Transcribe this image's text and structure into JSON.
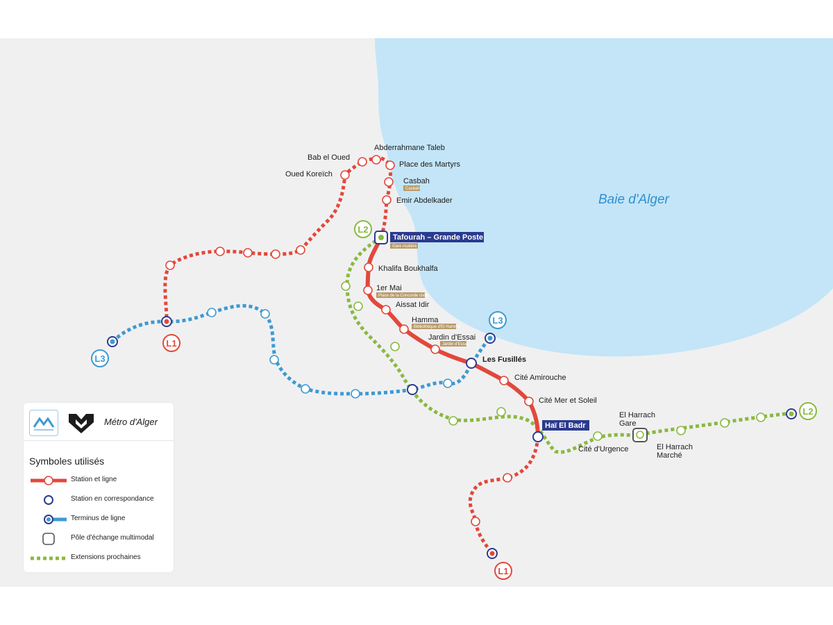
{
  "map": {
    "bay_label": "Baie d'Alger",
    "colors": {
      "land": "#f0f0f1",
      "sea": "#c3e5f7",
      "line_l1": "#e2483a",
      "line_l2": "#8ab93f",
      "line_l3": "#3d9ad2",
      "correspondence": "#2a3a8f"
    },
    "lines": [
      {
        "id": "L1",
        "label": "L1",
        "color_key": "line_l1"
      },
      {
        "id": "L2",
        "label": "L2",
        "color_key": "line_l2"
      },
      {
        "id": "L3",
        "label": "L3",
        "color_key": "line_l3"
      }
    ],
    "stations": {
      "abderrahmane_taleb": "Abderrahmane Taleb",
      "bab_el_oued": "Bab el Oued",
      "place_des_martyrs": "Place des Martyrs",
      "oued_koreich": "Oued Koreïch",
      "casbah": "Casbah",
      "casbah_sub": "Casbah",
      "emir_abdelkader": "Emir Abdelkader",
      "tafourah": "Tafourah – Grande Poste",
      "tafourah_sub": "Gare routière",
      "khalifa_boukhalfa": "Khalifa Boukhalfa",
      "premier_mai": "1er Mai",
      "premier_mai_sub": "Place de la Concorde civile",
      "aissat_idir": "Aissat Idir",
      "hamma": "Hamma",
      "hamma_sub": "Bibliothèque d'El Hamma",
      "jardin_essai": "Jardin d'Essai",
      "jardin_essai_sub": "Jardin d'Essai",
      "les_fusilles": "Les Fusillés",
      "cite_amirouche": "Cité Amirouche",
      "cite_mer_soleil": "Cité Mer et Soleil",
      "hai_el_badr": "Haï El Badr",
      "cite_urgence": "Cité d'Urgence",
      "el_harrach_gare_1": "El Harrach",
      "el_harrach_gare_2": "Gare",
      "el_harrach_marche_1": "El Harrach",
      "el_harrach_marche_2": "Marché"
    }
  },
  "legend": {
    "brand_name": "Métro d'Alger",
    "title": "Symboles utilisés",
    "items": [
      {
        "label": "Station et ligne",
        "icon": "station-line-icon"
      },
      {
        "label": "Station en correspondance",
        "icon": "correspondence-station-icon"
      },
      {
        "label": "Terminus de ligne",
        "icon": "terminus-icon"
      },
      {
        "label": "Pôle d'échange multimodal",
        "icon": "multimodal-hub-icon"
      },
      {
        "label": "Extensions prochaines",
        "icon": "extension-dotted-line-icon"
      }
    ]
  }
}
